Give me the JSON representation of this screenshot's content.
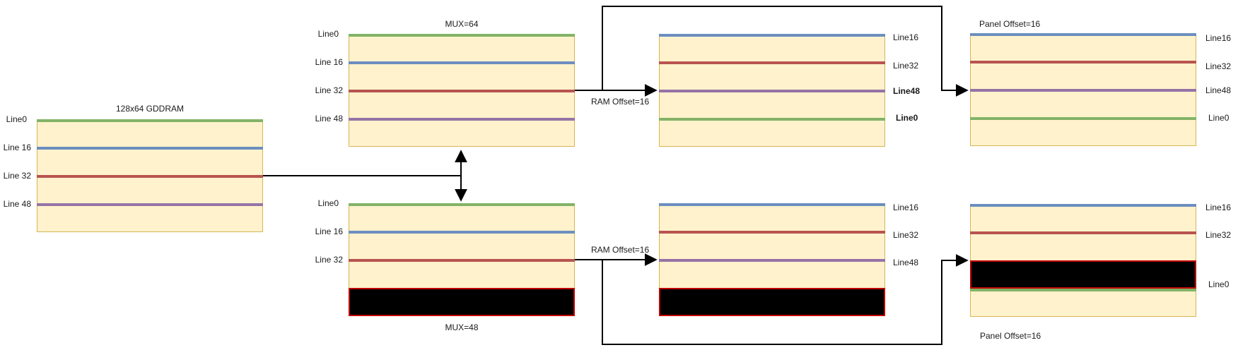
{
  "gddram": {
    "title": "128x64 GDDRAM",
    "line0": "Line0",
    "line16": "Line 16",
    "line32": "Line 32",
    "line48": "Line 48"
  },
  "mux64": {
    "title": "MUX=64",
    "line0": "Line0",
    "line16": "Line 16",
    "line32": "Line 32",
    "line48": "Line 48"
  },
  "mux48": {
    "title": "MUX=48",
    "line0": "Line0",
    "line16": "Line 16",
    "line32": "Line 32"
  },
  "ram64": {
    "offset": "RAM Offset=16",
    "line16": "Line16",
    "line32": "Line32",
    "line48": "Line48",
    "line0": "Line0"
  },
  "ram48": {
    "offset": "RAM Offset=16",
    "line16": "Line16",
    "line32": "Line32",
    "line48": "Line48"
  },
  "panel64": {
    "title": "Panel Offset=16",
    "line16": "Line16",
    "line32": "Line32",
    "line48": "Line48",
    "line0": "Line0"
  },
  "panel48": {
    "title": "Panel Offset=16",
    "line16": "Line16",
    "line32": "Line32",
    "line0": "Line0"
  },
  "palette": {
    "line0_green": "#82b366",
    "line16_blue": "#6c8ebf",
    "line32_red": "#b85450",
    "line48_purple": "#9673a6",
    "box_fill": "#fff2cc",
    "box_border": "#d6b656",
    "blank_fill": "#000000",
    "blank_border": "#c00000",
    "connector": "#000000"
  }
}
